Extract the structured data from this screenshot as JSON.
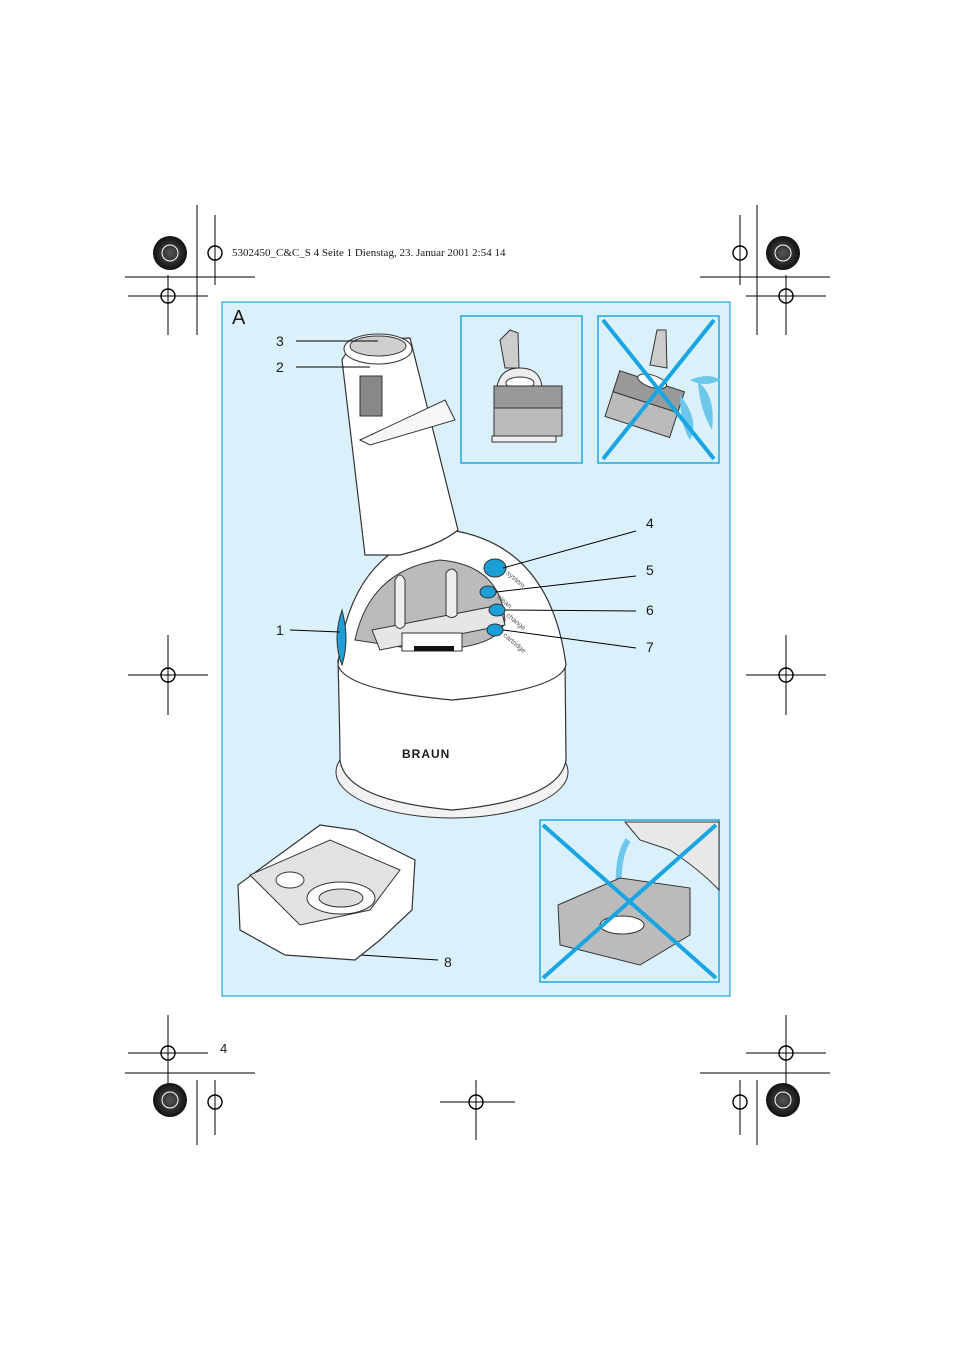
{
  "header": {
    "print_info": "5302450_C&C_S 4  Seite 1  Dienstag, 23. Januar 2001  2:54 14"
  },
  "figure": {
    "section_letter": "A",
    "brand": "BRAUN",
    "callouts": [
      "1",
      "2",
      "3",
      "4",
      "5",
      "6",
      "7",
      "8"
    ],
    "button_labels": [
      "system",
      "clean",
      "change",
      "cartridge"
    ]
  },
  "colors": {
    "panel_bg": "#daf1fb",
    "panel_border": "#21a9dc",
    "accent_blue": "#1b9fd6",
    "cross_blue": "#19a5e1"
  },
  "footer": {
    "page_number": "4"
  }
}
